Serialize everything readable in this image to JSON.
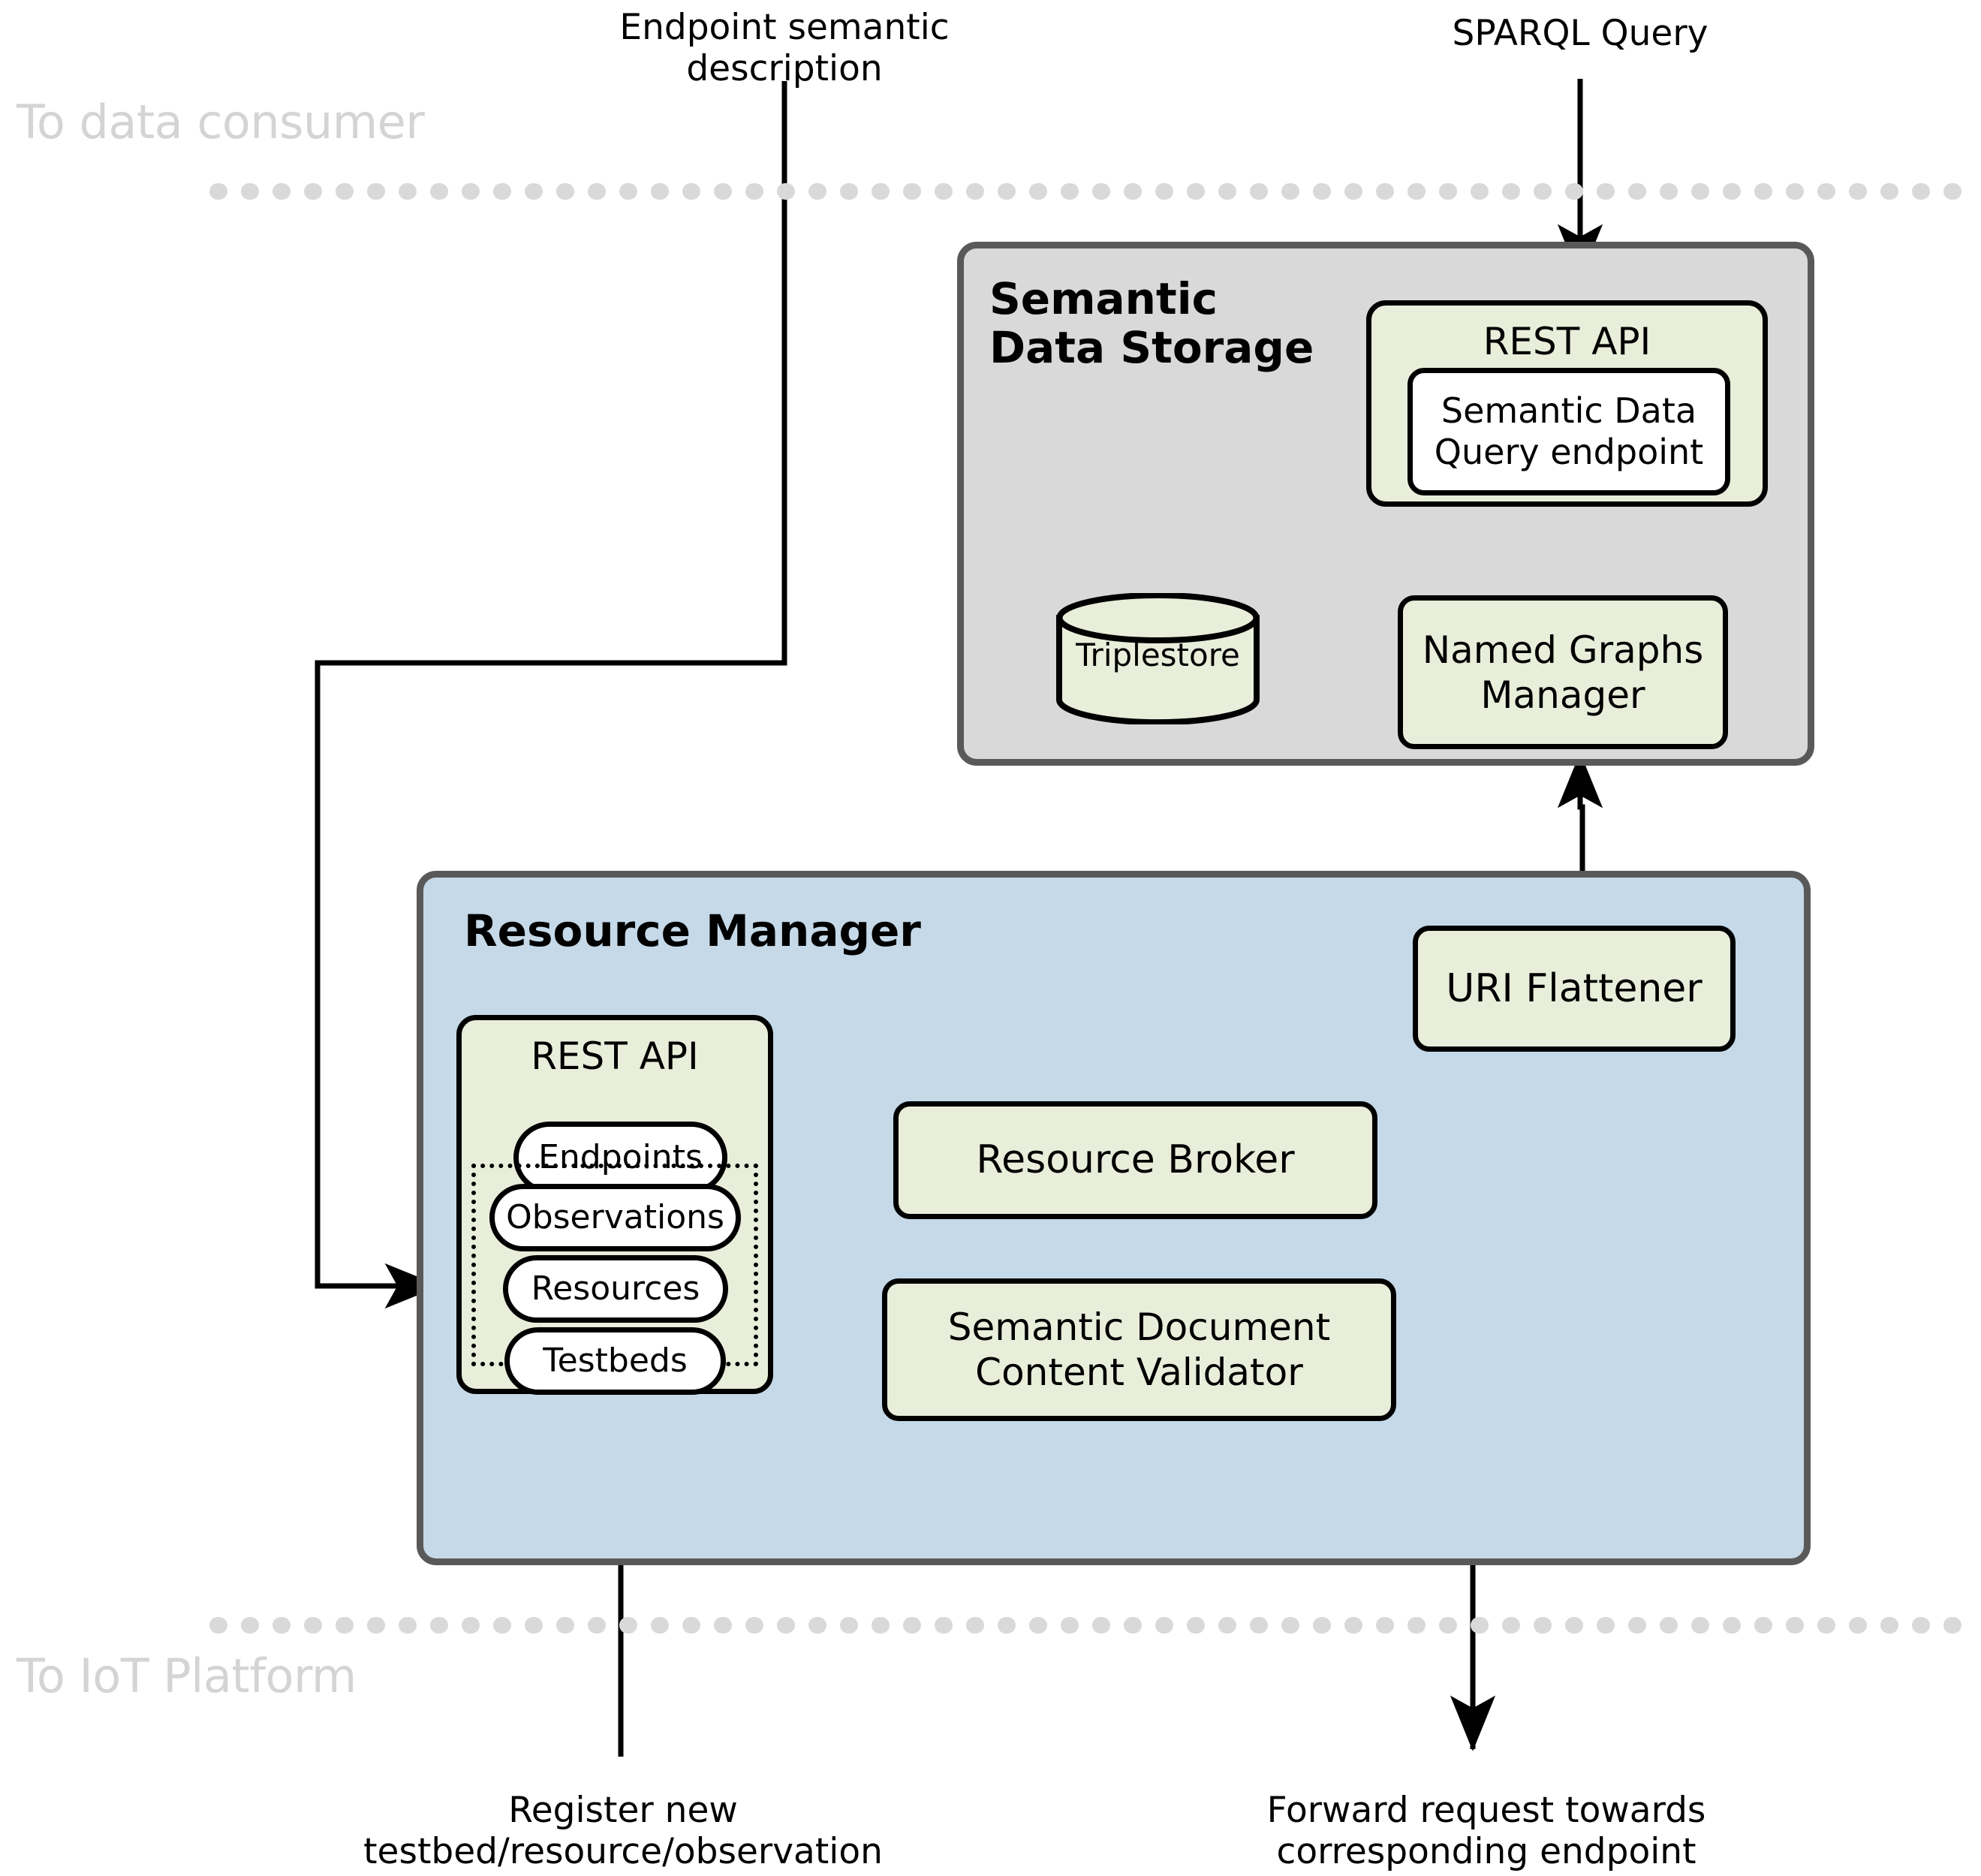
{
  "diagram": {
    "title": "Semantic Data Storage and Resource Manager architecture",
    "colors": {
      "storage_fill": "#d9d9d9",
      "manager_fill": "#c5d9e8",
      "container_border": "#595959",
      "component_fill": "#e8eeda",
      "component_border": "#000000",
      "zone_text": "#d4d4d4",
      "background": "#ffffff"
    }
  },
  "zones": {
    "top": "To data consumer",
    "bottom": "To IoT Platform"
  },
  "external_labels": {
    "endpoint_semantic_description": "Endpoint semantic\ndescription",
    "sparql_query": "SPARQL Query",
    "register_new": "Register new\ntestbed/resource/observation",
    "forward_request": "Forward request towards\ncorresponding endpoint"
  },
  "semantic_data_storage": {
    "title": "Semantic\nData Storage",
    "rest_api": {
      "label": "REST API",
      "endpoint": "Semantic Data\nQuery endpoint"
    },
    "named_graphs_manager": "Named Graphs\nManager",
    "triplestore": "Triplestore"
  },
  "resource_manager": {
    "title": "Resource Manager",
    "rest_api": {
      "label": "REST API",
      "endpoints": "Endpoints",
      "grouped": [
        "Observations",
        "Resources",
        "Testbeds"
      ]
    },
    "resource_broker": "Resource Broker",
    "semantic_document_content_validator": "Semantic Document\nContent Validator",
    "uri_flattener": "URI Flattener"
  },
  "connections": [
    {
      "from": "SPARQL Query",
      "to": "Semantic Data Query endpoint"
    },
    {
      "from": "REST API (storage)",
      "to": "Named Graphs Manager"
    },
    {
      "from": "Named Graphs Manager",
      "to": "Triplestore"
    },
    {
      "from": "URI Flattener",
      "to": "Named Graphs Manager"
    },
    {
      "from": "Endpoint semantic description",
      "to": "REST API (manager)"
    },
    {
      "from": "Endpoints",
      "to": "Resource Broker"
    },
    {
      "from": "Resources",
      "to": "Semantic Document Content Validator"
    },
    {
      "from": "Register new testbed/resource/observation",
      "to": "REST API (manager)"
    },
    {
      "from": "Resource Broker",
      "to": "URI Flattener"
    },
    {
      "from": "Semantic Document Content Validator",
      "to": "URI Flattener"
    },
    {
      "from": "Semantic Document Content Validator",
      "to": "Resource Broker"
    },
    {
      "from": "Resource Broker",
      "to": "Forward request towards corresponding endpoint"
    }
  ]
}
